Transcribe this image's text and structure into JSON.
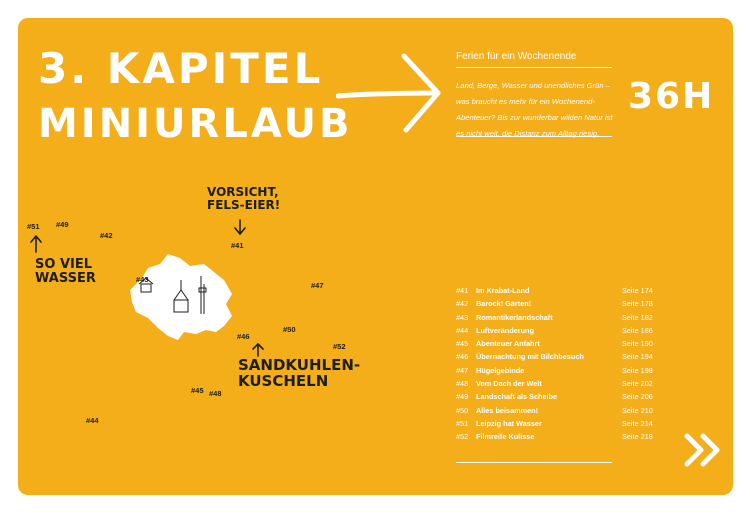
{
  "chapter": {
    "line1": "3. KAPITEL",
    "line2": "MINIURLAUB",
    "subtitle": "Ferien für ein Wochenende",
    "intro": "Land, Berge, Wasser und unendliches Grün – was braucht es mehr für ein Wochenend-Abenteuer? Bis zur wunderbar wilden Natur ist es nicht weit, die Distanz zum Alltag riesig.",
    "hours": "36H"
  },
  "map": {
    "callouts": {
      "fels_line1": "VORSICHT,",
      "fels_line2": "FELS-EIER!",
      "wasser_line1": "SO VIEL",
      "wasser_line2": "WASSER",
      "sand_line1": "SANDKUHLEN-",
      "sand_line2": "KUSCHELN"
    },
    "markers": [
      "#41",
      "#42",
      "#43",
      "#44",
      "#45",
      "#46",
      "#47",
      "#48",
      "#49",
      "#50",
      "#51",
      "#52"
    ]
  },
  "toc": [
    {
      "num": "#41",
      "title": "Im Krabat-Land",
      "page": "Seite 174"
    },
    {
      "num": "#42",
      "title": "Barock! Gärten!",
      "page": "Seite 178"
    },
    {
      "num": "#43",
      "title": "Romantikerlandschaft",
      "page": "Seite 182"
    },
    {
      "num": "#44",
      "title": "Luftveränderung",
      "page": "Seite 186"
    },
    {
      "num": "#45",
      "title": "Abenteuer Anfahrt",
      "page": "Seite 190"
    },
    {
      "num": "#46",
      "title": "Übernachtung mit Bilchbesuch",
      "page": "Seite 194"
    },
    {
      "num": "#47",
      "title": "Hügelgebinde",
      "page": "Seite 198"
    },
    {
      "num": "#48",
      "title": "Vom Dach der Welt",
      "page": "Seite 202"
    },
    {
      "num": "#49",
      "title": "Landschaft als Scheibe",
      "page": "Seite 206"
    },
    {
      "num": "#50",
      "title": "Alles beisammen!",
      "page": "Seite 210"
    },
    {
      "num": "#51",
      "title": "Leipzig hat Wasser",
      "page": "Seite 214"
    },
    {
      "num": "#52",
      "title": "Filmreife Kulisse",
      "page": "Seite 218"
    }
  ],
  "colors": {
    "background": "#f4ae19",
    "text": "#ffffff",
    "ink": "#1d1d1b"
  },
  "icons": {
    "arrow": "long-right-arrow-icon",
    "next": "double-chevron-right-icon"
  }
}
